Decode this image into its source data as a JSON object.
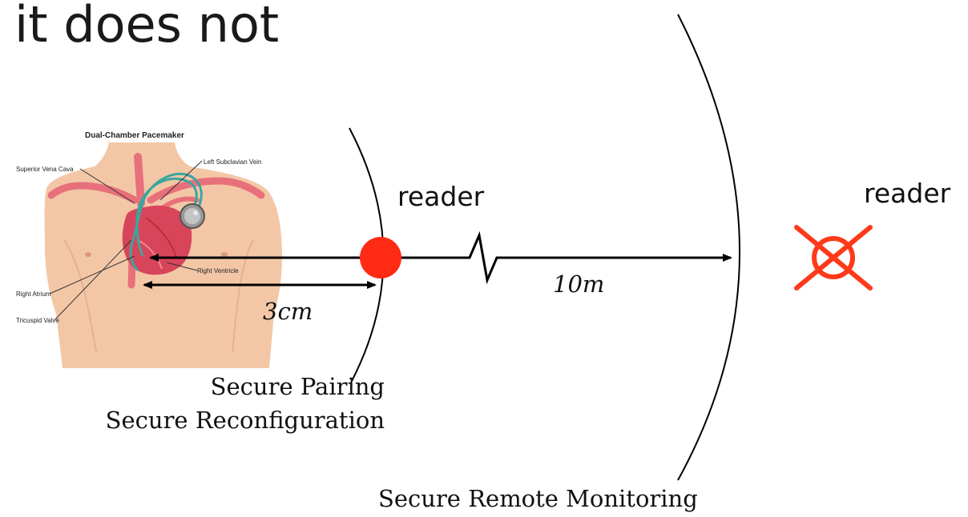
{
  "heading": "it does not",
  "illustration": {
    "title": "Dual-Chamber Pacemaker",
    "labels": {
      "superior_vena_cava": "Superior Vena Cava",
      "left_subclavian_vein": "Left Subclavian Vein",
      "right_ventricle": "Right Ventricle",
      "right_atrium": "Right Atrium",
      "tricuspid_valve": "Tricuspid Valve"
    }
  },
  "readers": {
    "near": "reader",
    "far": "reader"
  },
  "distances": {
    "short": "3cm",
    "long": "10m"
  },
  "zones": {
    "near_line1": "Secure Pairing",
    "near_line2": "Secure Reconfiguration",
    "far": "Secure Remote Monitoring"
  },
  "colors": {
    "reader_dot": "#ff2a14",
    "blocked_mark": "#ff3a1a",
    "skin": "#f3c7a6",
    "vessel": "#e8707a",
    "heart": "#d8455a",
    "lead": "#3aa6a0"
  }
}
